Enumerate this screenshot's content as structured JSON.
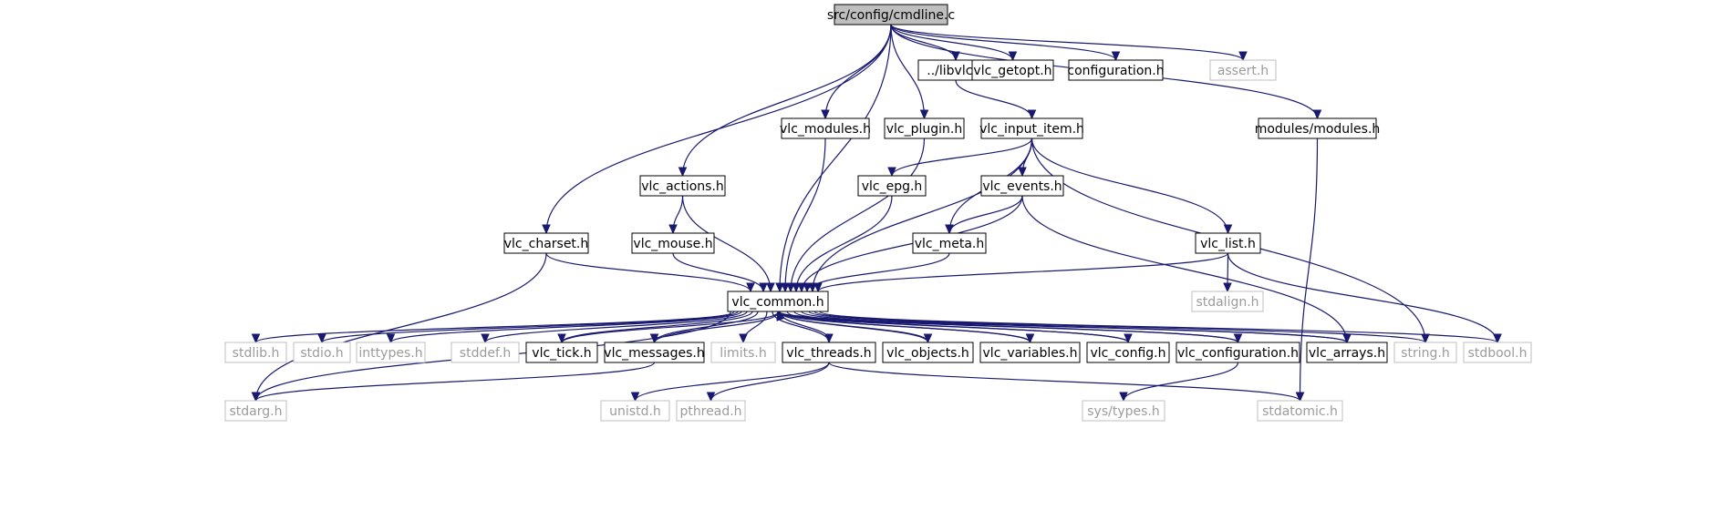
{
  "diagram": {
    "colors": {
      "edge": "#191970",
      "root_fill": "#bfbfbf",
      "documented_border": "#000000",
      "undocumented_border": "#bfbfbf",
      "documented_text": "#000000",
      "undocumented_text": "#9b9b9b"
    },
    "nodes": [
      {
        "id": "root",
        "label": "src/config/cmdline.c",
        "kind": "root"
      },
      {
        "id": "libvlc",
        "label": "../libvlc.h",
        "kind": "documented"
      },
      {
        "id": "getopt",
        "label": "vlc_getopt.h",
        "kind": "documented"
      },
      {
        "id": "configuration",
        "label": "configuration.h",
        "kind": "documented"
      },
      {
        "id": "assert",
        "label": "assert.h",
        "kind": "external"
      },
      {
        "id": "vmodules",
        "label": "vlc_modules.h",
        "kind": "documented"
      },
      {
        "id": "plugin",
        "label": "vlc_plugin.h",
        "kind": "documented"
      },
      {
        "id": "inputitem",
        "label": "vlc_input_item.h",
        "kind": "documented"
      },
      {
        "id": "mmodules",
        "label": "modules/modules.h",
        "kind": "documented"
      },
      {
        "id": "actions",
        "label": "vlc_actions.h",
        "kind": "documented"
      },
      {
        "id": "epg",
        "label": "vlc_epg.h",
        "kind": "documented"
      },
      {
        "id": "events",
        "label": "vlc_events.h",
        "kind": "documented"
      },
      {
        "id": "charset",
        "label": "vlc_charset.h",
        "kind": "documented"
      },
      {
        "id": "mouse",
        "label": "vlc_mouse.h",
        "kind": "documented"
      },
      {
        "id": "meta",
        "label": "vlc_meta.h",
        "kind": "documented"
      },
      {
        "id": "list",
        "label": "vlc_list.h",
        "kind": "documented"
      },
      {
        "id": "common",
        "label": "vlc_common.h",
        "kind": "documented"
      },
      {
        "id": "stdalign",
        "label": "stdalign.h",
        "kind": "external"
      },
      {
        "id": "stdlib",
        "label": "stdlib.h",
        "kind": "external"
      },
      {
        "id": "stdio",
        "label": "stdio.h",
        "kind": "external"
      },
      {
        "id": "inttypes",
        "label": "inttypes.h",
        "kind": "external"
      },
      {
        "id": "stddef",
        "label": "stddef.h",
        "kind": "external"
      },
      {
        "id": "tick",
        "label": "vlc_tick.h",
        "kind": "documented"
      },
      {
        "id": "messages",
        "label": "vlc_messages.h",
        "kind": "documented"
      },
      {
        "id": "limits",
        "label": "limits.h",
        "kind": "external"
      },
      {
        "id": "threads",
        "label": "vlc_threads.h",
        "kind": "documented"
      },
      {
        "id": "objects",
        "label": "vlc_objects.h",
        "kind": "documented"
      },
      {
        "id": "variables",
        "label": "vlc_variables.h",
        "kind": "documented"
      },
      {
        "id": "config",
        "label": "vlc_config.h",
        "kind": "documented"
      },
      {
        "id": "vconfiguration",
        "label": "vlc_configuration.h",
        "kind": "documented"
      },
      {
        "id": "arrays",
        "label": "vlc_arrays.h",
        "kind": "documented"
      },
      {
        "id": "string",
        "label": "string.h",
        "kind": "external"
      },
      {
        "id": "stdbool",
        "label": "stdbool.h",
        "kind": "external"
      },
      {
        "id": "stdarg",
        "label": "stdarg.h",
        "kind": "external"
      },
      {
        "id": "unistd",
        "label": "unistd.h",
        "kind": "external"
      },
      {
        "id": "pthread",
        "label": "pthread.h",
        "kind": "external"
      },
      {
        "id": "systypes",
        "label": "sys/types.h",
        "kind": "external"
      },
      {
        "id": "stdatomic",
        "label": "stdatomic.h",
        "kind": "external"
      }
    ],
    "edges": [
      [
        "root",
        "libvlc"
      ],
      [
        "root",
        "getopt"
      ],
      [
        "root",
        "configuration"
      ],
      [
        "root",
        "assert"
      ],
      [
        "root",
        "vmodules"
      ],
      [
        "root",
        "plugin"
      ],
      [
        "root",
        "mmodules"
      ],
      [
        "root",
        "actions"
      ],
      [
        "root",
        "charset"
      ],
      [
        "root",
        "common"
      ],
      [
        "libvlc",
        "inputitem"
      ],
      [
        "vmodules",
        "common"
      ],
      [
        "plugin",
        "common"
      ],
      [
        "inputitem",
        "epg"
      ],
      [
        "inputitem",
        "events"
      ],
      [
        "inputitem",
        "meta"
      ],
      [
        "inputitem",
        "list"
      ],
      [
        "inputitem",
        "common"
      ],
      [
        "inputitem",
        "string"
      ],
      [
        "mmodules",
        "stdatomic"
      ],
      [
        "actions",
        "mouse"
      ],
      [
        "actions",
        "common"
      ],
      [
        "epg",
        "common"
      ],
      [
        "events",
        "meta"
      ],
      [
        "events",
        "common"
      ],
      [
        "events",
        "arrays"
      ],
      [
        "charset",
        "common"
      ],
      [
        "charset",
        "stdarg"
      ],
      [
        "mouse",
        "common"
      ],
      [
        "meta",
        "common"
      ],
      [
        "list",
        "common"
      ],
      [
        "list",
        "stdalign"
      ],
      [
        "list",
        "stdbool"
      ],
      [
        "common",
        "stdlib"
      ],
      [
        "common",
        "stdio"
      ],
      [
        "common",
        "inttypes"
      ],
      [
        "common",
        "stddef"
      ],
      [
        "common",
        "tick"
      ],
      [
        "common",
        "messages"
      ],
      [
        "common",
        "limits"
      ],
      [
        "common",
        "threads"
      ],
      [
        "common",
        "objects"
      ],
      [
        "common",
        "variables"
      ],
      [
        "common",
        "config"
      ],
      [
        "common",
        "vconfiguration"
      ],
      [
        "common",
        "arrays"
      ],
      [
        "common",
        "string"
      ],
      [
        "common",
        "stdbool"
      ],
      [
        "common",
        "stdarg"
      ],
      [
        "tick",
        "common"
      ],
      [
        "messages",
        "common"
      ],
      [
        "threads",
        "common"
      ],
      [
        "objects",
        "common"
      ],
      [
        "variables",
        "common"
      ],
      [
        "config",
        "common"
      ],
      [
        "vconfiguration",
        "common"
      ],
      [
        "arrays",
        "common"
      ],
      [
        "messages",
        "stdarg"
      ],
      [
        "threads",
        "unistd"
      ],
      [
        "threads",
        "pthread"
      ],
      [
        "threads",
        "stdatomic"
      ],
      [
        "vconfiguration",
        "systypes"
      ]
    ]
  }
}
